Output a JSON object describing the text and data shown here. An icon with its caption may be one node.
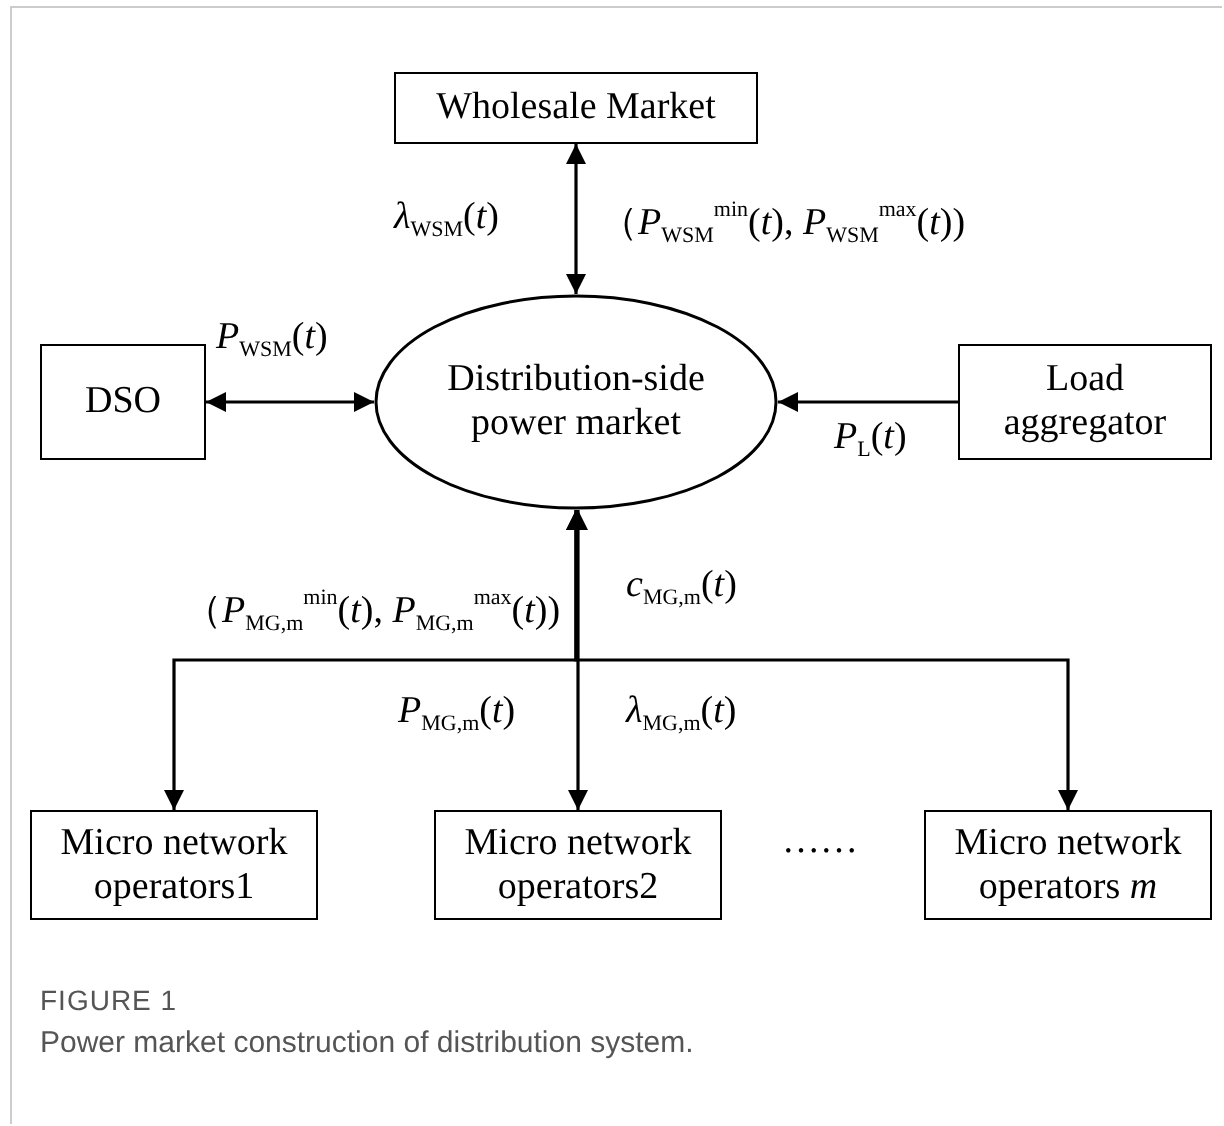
{
  "diagram": {
    "caption": "Power market construction of distribution system.",
    "nodes": [
      {
        "text": [
          "Wholesale Market"
        ]
      },
      {
        "text": [
          "DSO"
        ]
      },
      {
        "text": [
          "Distribution-side power market"
        ]
      },
      {
        "text": [
          "Load aggregator"
        ]
      },
      {
        "text": [
          "Micro network operators1"
        ]
      },
      {
        "text": [
          "Micro network operators2"
        ]
      },
      {
        "text": [
          "Micro network operators *m*"
        ]
      }
    ],
    "edges": [
      {
        "from": 0,
        "to": 2,
        "arrow": "both"
      },
      {
        "from": 1,
        "to": 2,
        "arrow": "both"
      },
      {
        "from": 3,
        "to": 2,
        "arrow": "to"
      },
      {
        "from": 2,
        "to": 4,
        "arrow": "both"
      },
      {
        "from": 2,
        "to": 5,
        "arrow": "both"
      },
      {
        "from": 2,
        "to": 6,
        "arrow": "both"
      }
    ],
    "labels": [
      "*λ*$_{WSM}$(*t*)",
      "（*P*$_{WSM}$$^{min}$(*t*), *P*$_{WSM}$$^{max}$(*t*))",
      "*P*$_{WSM}$(*t*)",
      "*P*$_{L}$(*t*)",
      "（*P*$_{MG,m}$$^{min}$(*t*), *P*$_{MG,m}$$^{max}$(*t*))",
      "*c*$_{MG,m}$(*t*)",
      "*P*$_{MG,m}$(*t*)",
      "*λ*$_{MG,m}$(*t*)",
      "……",
      "FIGURE 1"
    ]
  }
}
